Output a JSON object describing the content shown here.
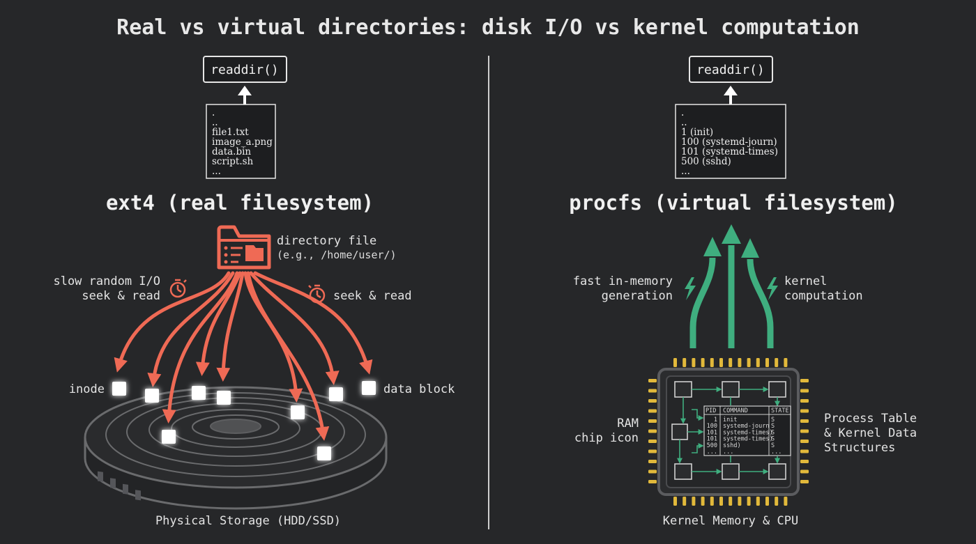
{
  "title": "Real vs virtual directories: disk I/O vs kernel computation",
  "left": {
    "call_label": "readdir()",
    "entries": [
      ".",
      "..",
      "file1.txt",
      "image_a.png",
      "data.bin",
      "script.sh",
      "..."
    ],
    "heading": "ext4 (real filesystem)",
    "folder_label_line1": "directory file",
    "folder_label_line2": "(e.g., /home/user/)",
    "slow_label_line1": "slow random I/O",
    "slow_label_line2": "seek & read",
    "seek_label": "seek & read",
    "inode_label": "inode",
    "data_block_label": "data block",
    "storage_label": "Physical Storage (HDD/SSD)",
    "accent_color": "#ef6a55"
  },
  "right": {
    "call_label": "readdir()",
    "entries": [
      ".",
      "..",
      "1 (init)",
      "100 (systemd-journ)",
      "101 (systemd-times)",
      "500 (sshd)",
      "..."
    ],
    "heading": "procfs (virtual filesystem)",
    "fast_label_line1": "fast in-memory",
    "fast_label_line2": "generation",
    "kernel_label_line1": "kernel",
    "kernel_label_line2": "computation",
    "ram_label_line1": "RAM",
    "ram_label_line2": "chip icon",
    "process_label_line1": "Process Table",
    "process_label_line2": "& Kernel Data",
    "process_label_line3": "Structures",
    "memory_label": "Kernel Memory & CPU",
    "table_headers": [
      "PID",
      "COMMAND",
      "STATE"
    ],
    "table_rows": [
      [
        "1",
        "init",
        "S"
      ],
      [
        "100",
        "systemd-journ",
        "S"
      ],
      [
        "101",
        "systemd-times)",
        "S"
      ],
      [
        "101",
        "systemd-times)",
        "S"
      ],
      [
        "500",
        "sshd)",
        "S"
      ],
      [
        "...",
        "...",
        "..."
      ]
    ],
    "accent_color": "#3fae7f",
    "pin_color": "#e2b93b"
  }
}
